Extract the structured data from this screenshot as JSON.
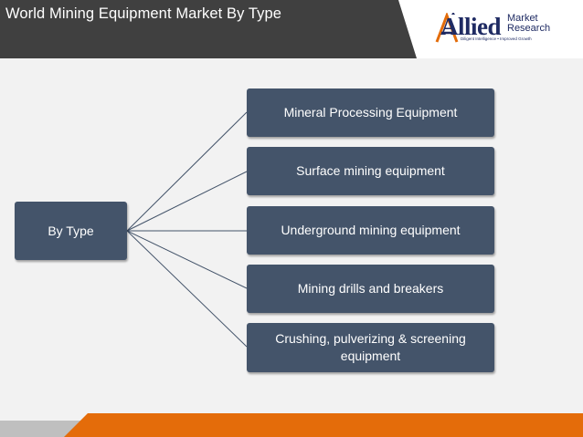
{
  "header": {
    "title": "World Mining Equipment Market By Type",
    "dark_color": "#404040"
  },
  "logo": {
    "word": "Allied",
    "line1": "Market",
    "line2": "Research",
    "tagline": "Diligent Intelligence • Improved Growth",
    "primary_color": "#1f2b63",
    "accent_color": "#e36c0a"
  },
  "diagram": {
    "root": {
      "label": "By Type"
    },
    "children": [
      {
        "label": "Mineral Processing Equipment"
      },
      {
        "label": "Surface mining equipment"
      },
      {
        "label": "Underground mining equipment"
      },
      {
        "label": "Mining drills and breakers"
      },
      {
        "label": "Crushing, pulverizing & screening equipment"
      }
    ],
    "node_color": "#44546a",
    "connector_color": "#44546a"
  },
  "footer": {
    "gray_color": "#bfbfbf",
    "orange_color": "#e46c0a"
  }
}
